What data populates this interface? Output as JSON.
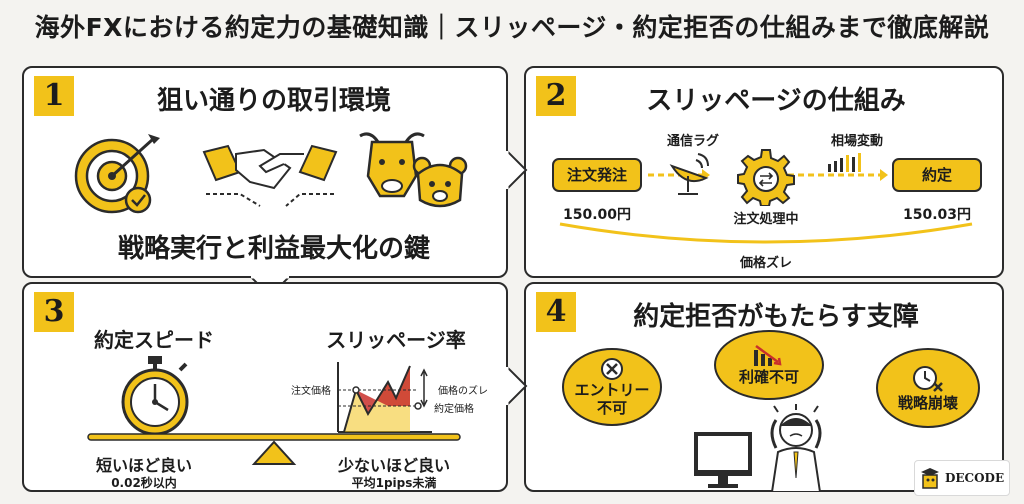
{
  "title": "海外FXにおける約定力の基礎知識｜スリッページ・約定拒否の仕組みまで徹底解説",
  "panel1": {
    "number": "1",
    "heading": "狙い通りの取引環境",
    "subheading": "戦略実行と利益最大化の鍵"
  },
  "panel2": {
    "number": "2",
    "heading": "スリッページの仕組み",
    "order_label": "注文発注",
    "comm_lag_label": "通信ラグ",
    "processing_label": "注文処理中",
    "market_move_label": "相場変動",
    "executed_label": "約定",
    "price_start": "150.00円",
    "price_end": "150.03円",
    "price_gap_label": "価格ズレ"
  },
  "panel3": {
    "number": "3",
    "speed_label": "約定スピード",
    "slippage_rate_label": "スリッページ率",
    "order_price_label": "注文価格",
    "price_diff_label": "価格のズレ",
    "exec_price_label": "約定価格",
    "left_caption": "短いほど良い",
    "left_value": "0.02秒以内",
    "right_caption": "少ないほど良い",
    "right_value": "平均1pips未満"
  },
  "panel4": {
    "number": "4",
    "heading": "約定拒否がもたらす支障",
    "bubble_entry_line1": "エントリー",
    "bubble_entry_line2": "不可",
    "bubble_profit": "利確不可",
    "bubble_strategy": "戦略崩壊"
  },
  "logo": {
    "text": "DECODE"
  },
  "colors": {
    "accent": "#f2c21a",
    "ink": "#2b2b2b",
    "red": "#c9302c"
  }
}
